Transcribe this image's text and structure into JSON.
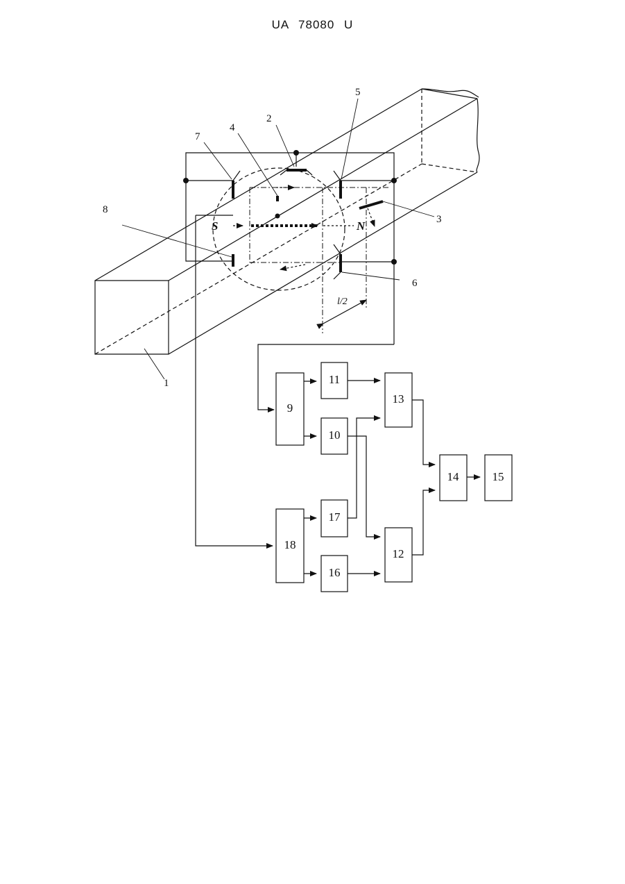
{
  "header": {
    "document_number": "UA 78080 U"
  },
  "callouts": {
    "c1": "1",
    "c2": "2",
    "c3": "3",
    "c4": "4",
    "c5": "5",
    "c6": "6",
    "c7": "7",
    "c8": "8"
  },
  "poles": {
    "south": "S",
    "north": "N"
  },
  "dimension": {
    "label": "l/2"
  },
  "blocks": {
    "b9": "9",
    "b10": "10",
    "b11": "11",
    "b12": "12",
    "b13": "13",
    "b14": "14",
    "b15": "15",
    "b16": "16",
    "b17": "17",
    "b18": "18"
  }
}
